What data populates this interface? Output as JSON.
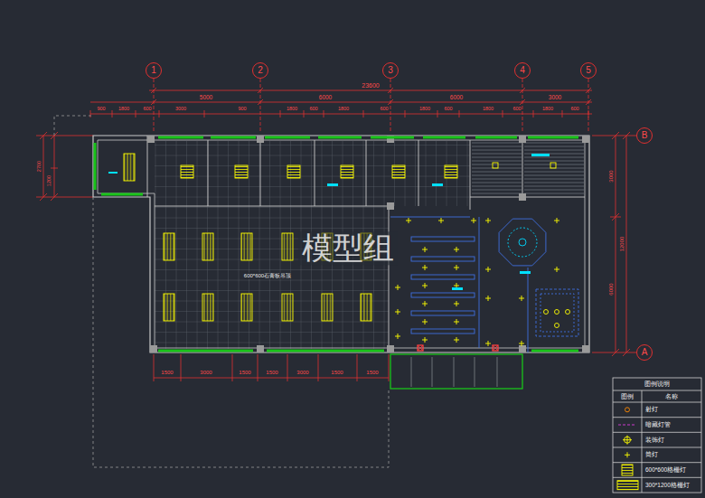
{
  "diagram": {
    "nodes": [
      {
        "text": [
          "1"
        ]
      },
      {
        "text": [
          "2"
        ]
      },
      {
        "text": [
          "3"
        ]
      },
      {
        "text": [
          "4"
        ]
      },
      {
        "text": [
          "5"
        ]
      },
      {
        "text": [
          "B"
        ]
      },
      {
        "text": [
          "A"
        ]
      }
    ],
    "labels": [
      "23600",
      "5000",
      "6000",
      "6000",
      "3000",
      "900",
      "1800",
      "600",
      "3000",
      "900",
      "1800",
      "600",
      "1800",
      "600",
      "1800",
      "600",
      "1800",
      "600",
      "1800",
      "600",
      "3000",
      "6000",
      "12000",
      "2700",
      "1200",
      "1500",
      "3000",
      "1500",
      "1500",
      "3000",
      "1500",
      "1500",
      "600*600石膏板吊顶",
      "图例说明",
      "图例",
      "名称",
      "模型组"
    ],
    "legend": [
      {
        "text": "射灯"
      },
      {
        "text": "暗藏灯管"
      },
      {
        "text": "装饰灯"
      },
      {
        "text": "筒灯"
      },
      {
        "text": "600*600格栅灯"
      },
      {
        "text": "300*1200格栅灯"
      }
    ]
  }
}
